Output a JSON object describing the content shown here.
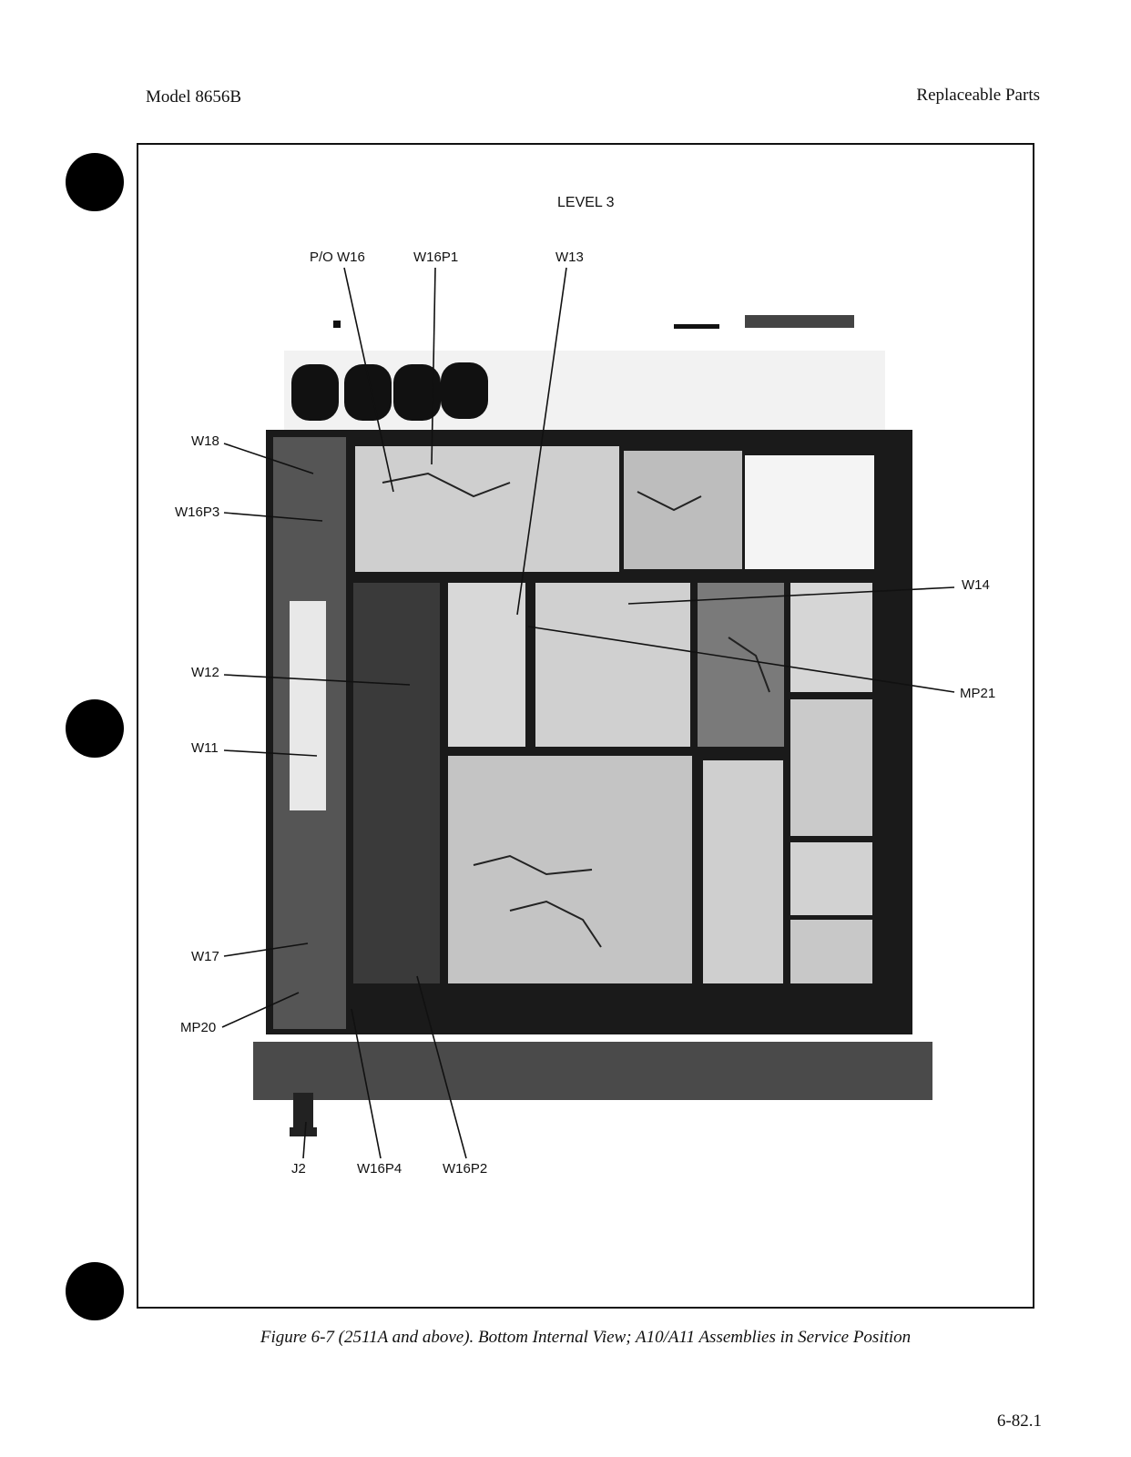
{
  "header": {
    "model": "Model 8656B",
    "section": "Replaceable Parts"
  },
  "figure": {
    "level": "LEVEL 3",
    "callouts": {
      "po_w16": "P/O W16",
      "w16p1": "W16P1",
      "w13": "W13",
      "w18": "W18",
      "w16p3": "W16P3",
      "w14": "W14",
      "w12": "W12",
      "mp21": "MP21",
      "w11": "W11",
      "w17": "W17",
      "mp20": "MP20",
      "j2": "J2",
      "w16p4": "W16P4",
      "w16p2": "W16P2"
    },
    "caption": "Figure 6-7 (2511A and above). Bottom Internal View; A10/A11 Assemblies in Service Position"
  },
  "footer": {
    "page_number": "6-82.1"
  }
}
